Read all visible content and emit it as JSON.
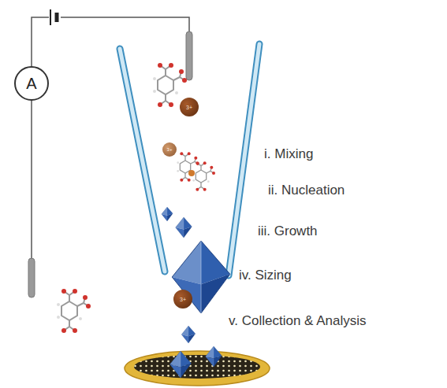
{
  "diagram": {
    "nodes": [
      {
        "text": [
          "A"
        ]
      },
      {
        "text": [
          "3+"
        ]
      },
      {
        "text": [
          "3+"
        ]
      },
      {
        "text": [
          "3+"
        ]
      }
    ],
    "labels": [
      "i. Mixing",
      "ii. Nucleation",
      "iii. Growth",
      "iv. Sizing",
      "v. Collection & Analysis"
    ]
  }
}
